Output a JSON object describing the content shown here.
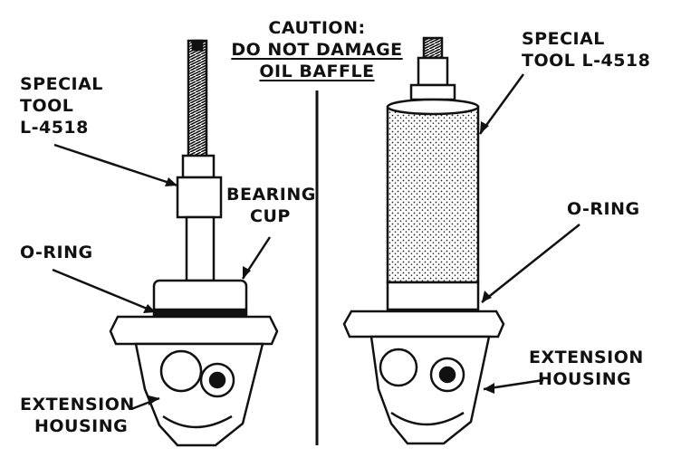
{
  "caution": {
    "line1": "CAUTION:",
    "line2": "DO NOT DAMAGE",
    "line3": "OIL BAFFLE"
  },
  "left_view": {
    "special_tool_line1": "SPECIAL",
    "special_tool_line2": "TOOL",
    "special_tool_line3": "L-4518",
    "bearing_cup_line1": "BEARING",
    "bearing_cup_line2": "CUP",
    "o_ring": "O-RING",
    "extension_housing_line1": "EXTENSION",
    "extension_housing_line2": "HOUSING"
  },
  "right_view": {
    "special_tool_line1": "SPECIAL",
    "special_tool_line2": "TOOL L-4518",
    "o_ring": "O-RING",
    "extension_housing_line1": "EXTENSION",
    "extension_housing_line2": "HOUSING"
  },
  "colors": {
    "ink": "#111111",
    "paper": "#ffffff"
  }
}
